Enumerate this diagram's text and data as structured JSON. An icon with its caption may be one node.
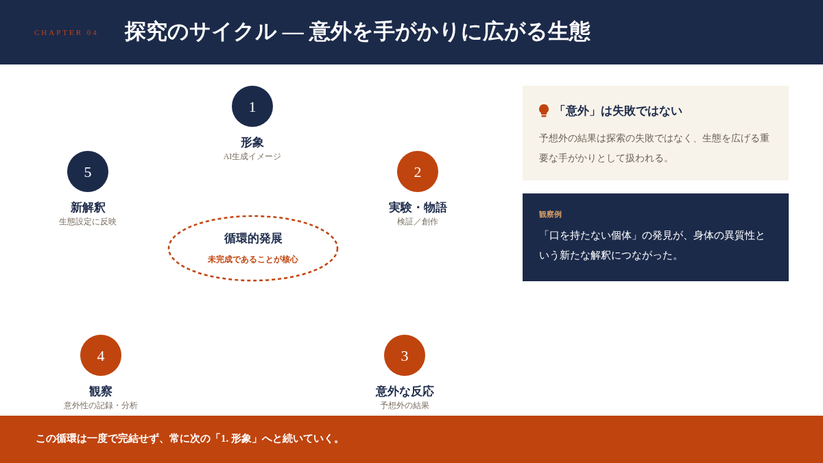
{
  "diagram": {
    "title": "探究のサイクル — 意外を手がかりに広がる生態",
    "nodes": [
      {
        "text": [
          "1"
        ],
        "beside": [
          "形象",
          "AI生成イメージ"
        ]
      },
      {
        "text": [
          "2"
        ],
        "beside": [
          "実験・物語",
          "検証／創作"
        ]
      },
      {
        "text": [
          "3"
        ],
        "beside": [
          "意外な反応",
          "予想外の結果"
        ]
      },
      {
        "text": [
          "4"
        ],
        "beside": [
          "観察",
          "意外性の記録・分析"
        ]
      },
      {
        "text": [
          "5"
        ],
        "beside": [
          "新解釈",
          "生態設定に反映"
        ]
      },
      {
        "text": [
          "循環的発展",
          "未完成であることが核心"
        ]
      },
      {
        "text": [
          "「意外」は失敗ではない",
          "予想外の結果は探索の失敗ではなく、生態を広げる重要な手がかりとして扱われる。"
        ]
      },
      {
        "text": [
          "観察例",
          "「口を持たない個体」の発見が、身体の異質性という新たな解釈につながった。"
        ]
      }
    ],
    "labels": [
      "CHAPTER 04"
    ],
    "caption": "この循環は一度で完結せず、常に次の「1. 形象」へと続いていく。"
  }
}
